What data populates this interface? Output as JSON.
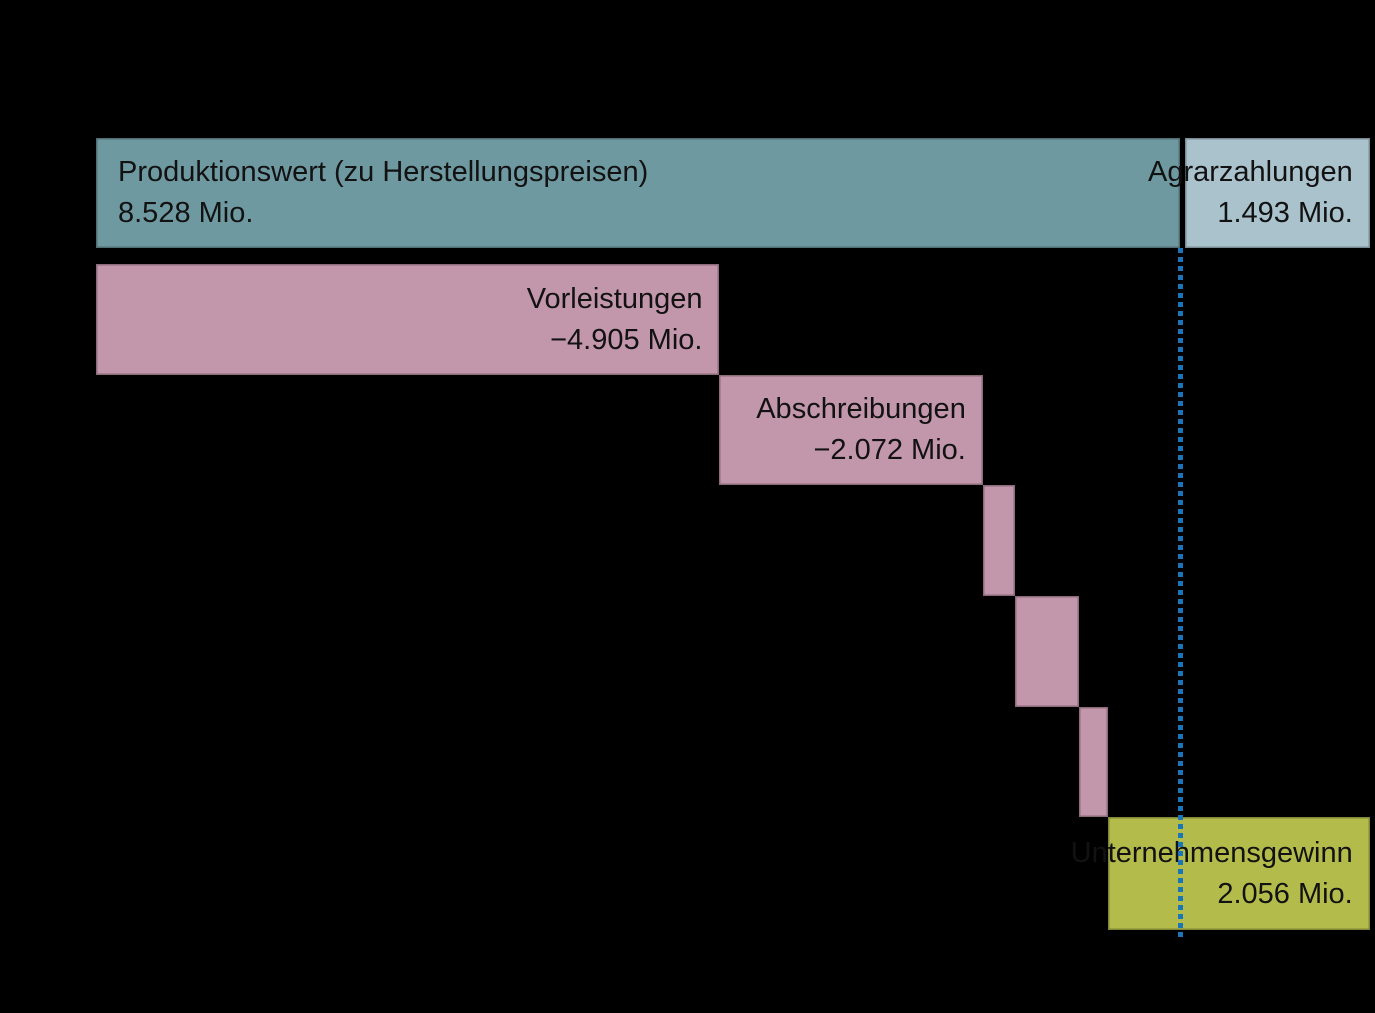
{
  "background_color": "#000000",
  "text_color": "#121212",
  "chart_data": {
    "type": "waterfall",
    "orientation": "horizontal-cascade",
    "unit": "Mio.",
    "title": "",
    "axis": {
      "visible": false,
      "gridlines": false,
      "legend": "none"
    },
    "total_with_payments": 10021,
    "colors": {
      "teal": "#6F99A1",
      "lightblue": "#A9C2CC",
      "pink": "#C296AB",
      "green": "#B3BB4B",
      "line_blue": "#1B76B9",
      "background": "#000000",
      "label_text": "#121212"
    },
    "reference_line": {
      "at_value": 8528,
      "style": "dotted",
      "color": "#1B76B9"
    },
    "items": [
      {
        "id": "produktionswert",
        "label": "Produktionswert (zu Herstellungspreisen)",
        "value_label": "8.528 Mio.",
        "value": 8528,
        "role": "increase",
        "color_key": "teal",
        "align": "left",
        "estimated": false
      },
      {
        "id": "agrarzahlungen",
        "label": "Agrarzahlungen",
        "value_label": "1.493 Mio.",
        "value": 1493,
        "role": "increase",
        "color_key": "lightblue",
        "align": "right",
        "estimated": false
      },
      {
        "id": "vorleistungen",
        "label": "Vorleistungen",
        "value_label": "−4.905 Mio.",
        "value": -4905,
        "role": "decrease",
        "color_key": "pink",
        "align": "right",
        "estimated": false
      },
      {
        "id": "abschreibungen",
        "label": "Abschreibungen",
        "value_label": "−2.072 Mio.",
        "value": -2072,
        "role": "decrease",
        "color_key": "pink",
        "align": "right",
        "estimated": false
      },
      {
        "id": "unlabeled-1",
        "label": "",
        "value_label": "",
        "value": -250,
        "role": "decrease",
        "color_key": "pink",
        "align": "right",
        "estimated": true
      },
      {
        "id": "unlabeled-2",
        "label": "",
        "value_label": "",
        "value": -510,
        "role": "decrease",
        "color_key": "pink",
        "align": "right",
        "estimated": true
      },
      {
        "id": "unlabeled-3",
        "label": "",
        "value_label": "",
        "value": -228,
        "role": "decrease",
        "color_key": "pink",
        "align": "right",
        "estimated": true
      },
      {
        "id": "unternehmensgewinn",
        "label": "Unternehmensgewinn",
        "value_label": "2.056 Mio.",
        "value": 2056,
        "role": "result",
        "color_key": "green",
        "align": "right",
        "estimated": false
      }
    ]
  }
}
